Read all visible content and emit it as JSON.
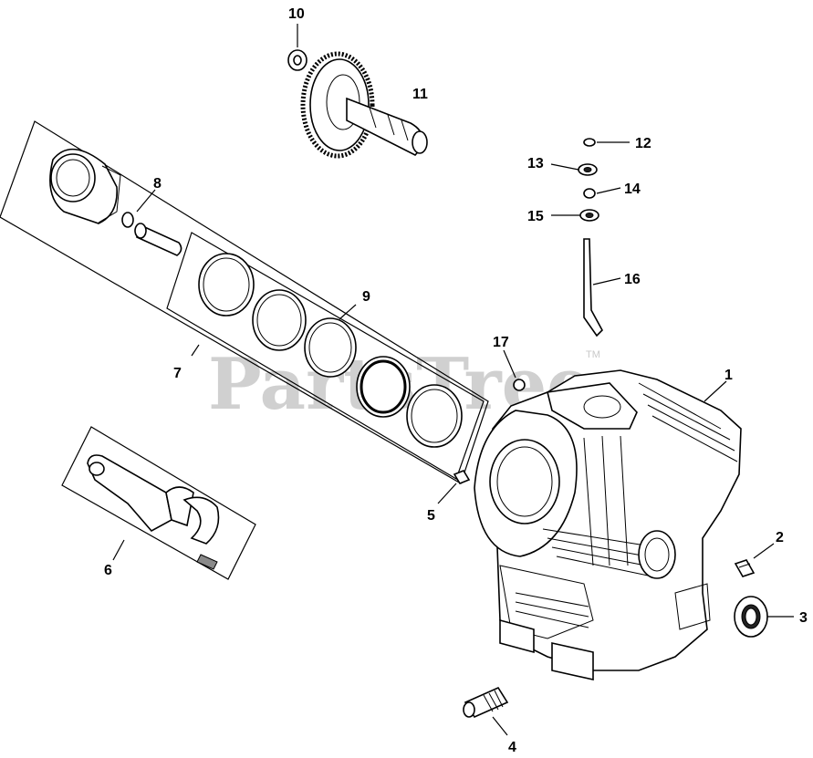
{
  "watermark": {
    "text": "PartsTree",
    "tm": "TM"
  },
  "callouts": [
    {
      "id": "1",
      "label": "1"
    },
    {
      "id": "2",
      "label": "2"
    },
    {
      "id": "3",
      "label": "3"
    },
    {
      "id": "4",
      "label": "4"
    },
    {
      "id": "5",
      "label": "5"
    },
    {
      "id": "6",
      "label": "6"
    },
    {
      "id": "7",
      "label": "7"
    },
    {
      "id": "8",
      "label": "8"
    },
    {
      "id": "9",
      "label": "9"
    },
    {
      "id": "10",
      "label": "10"
    },
    {
      "id": "11",
      "label": "11"
    },
    {
      "id": "12",
      "label": "12"
    },
    {
      "id": "13",
      "label": "13"
    },
    {
      "id": "14",
      "label": "14"
    },
    {
      "id": "15",
      "label": "15"
    },
    {
      "id": "16",
      "label": "16"
    },
    {
      "id": "17",
      "label": "17"
    }
  ]
}
